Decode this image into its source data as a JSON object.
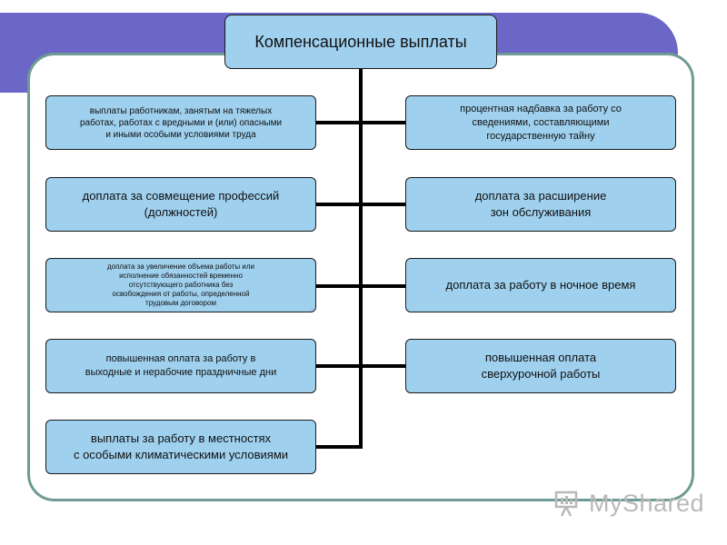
{
  "diagram": {
    "title": "Компенсационные выплаты",
    "left_items": [
      "выплаты работникам, занятым на тяжелых\nработах, работах с вредными и (или) опасными\nи иными особыми условиями труда",
      "доплата за совмещение профессий\n(должностей)",
      "доплата за увеличение объема работы или\nисполнение обязанностей временно\nотсутствующего работника без\nосвобождения от работы, определенной\nтрудовым договором",
      "повышенная оплата за работу в\nвыходные и нерабочие праздничные дни",
      "выплаты за работу в местностях\nс особыми климатическими условиями"
    ],
    "right_items": [
      "процентная надбавка за работу со\nсведениями, составляющими\nгосударственную тайну",
      "доплата за расширение\nзон обслуживания",
      "доплата за работу в ночное время",
      "повышенная оплата\nсверхурочной работы"
    ]
  },
  "watermark": {
    "text": "MyShared",
    "icon": "presentation-board-icon"
  },
  "colors": {
    "band": "#6a67c6",
    "box_fill": "#9fd0ee",
    "frame_border": "#6e9b94",
    "connector": "#000000"
  }
}
